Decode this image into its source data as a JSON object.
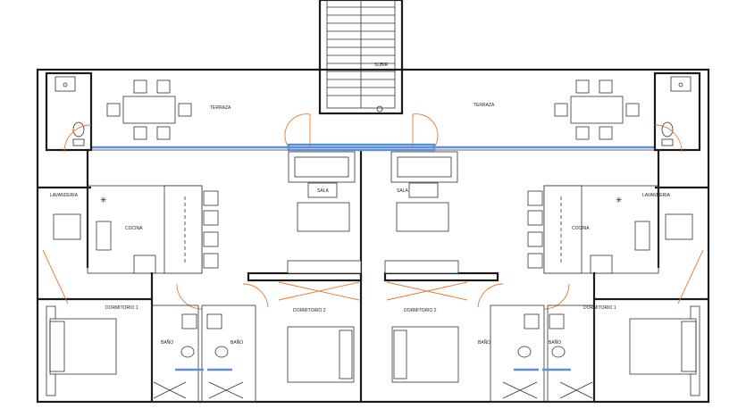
{
  "labels": {
    "terraza": "TERRAZA",
    "subir": "SUBIR",
    "lavanderia": "LAVANDERIA",
    "cocina": "COCINA",
    "sala": "SALA",
    "dormitorio1": "DORMITORIO 1",
    "dormitorio2": "DORMITORIO 2",
    "bano": "BAÑO"
  },
  "colors": {
    "wall": "#1a1a1a",
    "door": "#e8782a",
    "glass": "#9fd6e8",
    "window": "#5b8fd6"
  }
}
